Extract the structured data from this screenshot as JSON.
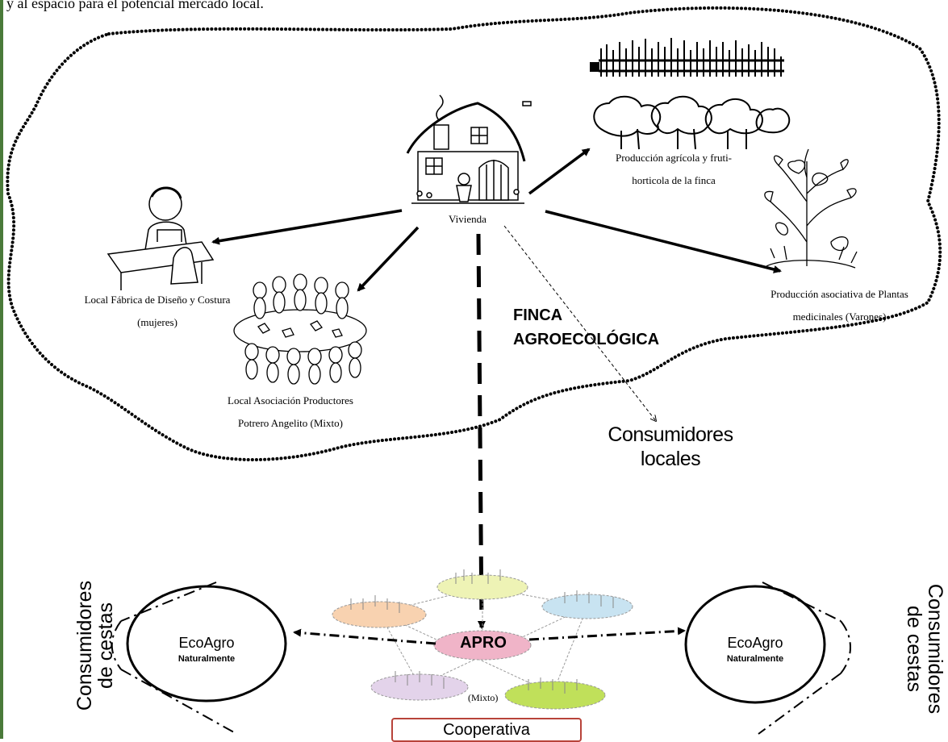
{
  "top_text": "y al espacio para el potencial mercado local.",
  "vivienda": "Vivienda",
  "produccion_agricola": [
    "Producción agrícola y fruti-",
    "horticola de la finca"
  ],
  "plantas_medicinales": [
    "Producción asociativa de Plantas",
    "medicinales (Varones)"
  ],
  "fabrica": [
    "Local Fábrica de Diseño y Costura",
    "(mujeres)"
  ],
  "asociacion": [
    "Local Asociación Productores",
    "Potrero Angelito (Mixto)"
  ],
  "finca": [
    "FINCA",
    "AGROECOLÓGICA"
  ],
  "consumidores_locales": [
    "Consumidores",
    "locales"
  ],
  "consumidores_cestas": [
    "Consumidores",
    "de cestas"
  ],
  "ecoagro": {
    "name": "EcoAgro",
    "sub": "Naturalmente"
  },
  "apro": "APRO",
  "mixto": "(Mixto)",
  "cooperativa": "Cooperativa"
}
